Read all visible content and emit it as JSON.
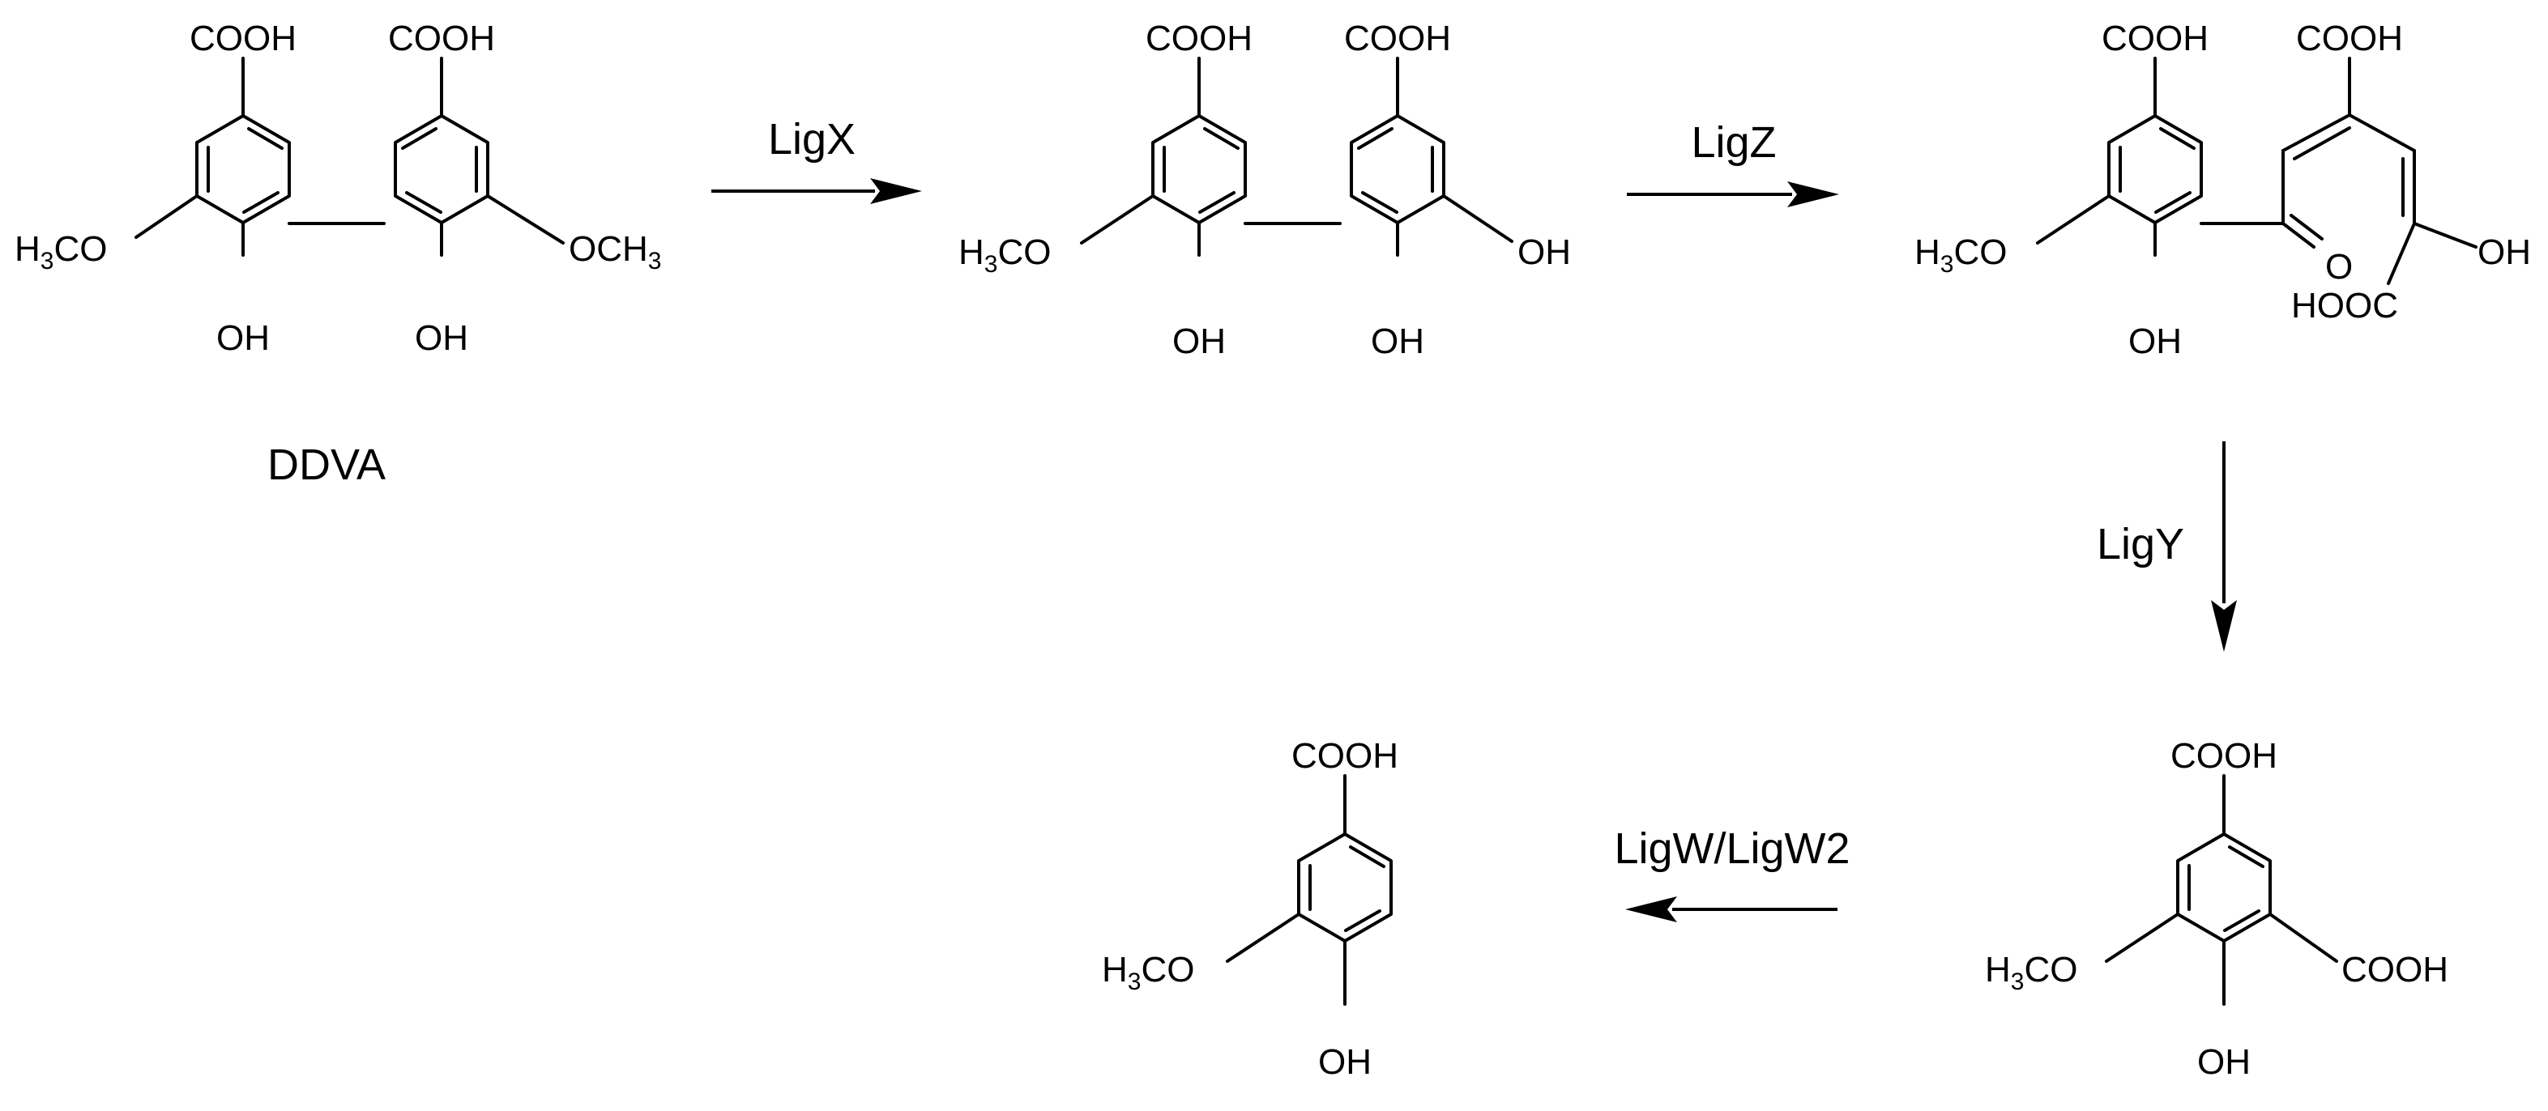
{
  "compounds": {
    "ddva": {
      "name": "DDVA",
      "acid_left": "COOH",
      "acid_right": "COOH",
      "methoxy_left": "H",
      "methoxy_left_sub": "3",
      "methoxy_left_tail": "CO",
      "methoxy_right": "OCH",
      "methoxy_right_sub": "3",
      "hydroxy_left": "OH",
      "hydroxy_right": "OH"
    },
    "intermediate1": {
      "acid_left": "COOH",
      "acid_right": "COOH",
      "methoxy": "H",
      "methoxy_sub": "3",
      "methoxy_tail": "CO",
      "hydroxy_left": "OH",
      "hydroxy_right": "OH",
      "hydroxy_side": "OH"
    },
    "intermediate2": {
      "acid_left": "COOH",
      "acid_right": "COOH",
      "methoxy": "H",
      "methoxy_sub": "3",
      "methoxy_tail": "CO",
      "hydroxy": "OH",
      "keto": "O",
      "hydroxy_enol": "OH",
      "carboxyl_bottom": "HOOC"
    },
    "carboxyvanillate": {
      "acid_top": "COOH",
      "acid_side": "COOH",
      "methoxy": "H",
      "methoxy_sub": "3",
      "methoxy_tail": "CO",
      "hydroxy": "OH"
    },
    "vanillate": {
      "acid_top": "COOH",
      "methoxy": "H",
      "methoxy_sub": "3",
      "methoxy_tail": "CO",
      "hydroxy": "OH"
    }
  },
  "enzymes": {
    "step1": "LigX",
    "step2": "LigZ",
    "step3": "LigY",
    "step4": "LigW/LigW2"
  }
}
